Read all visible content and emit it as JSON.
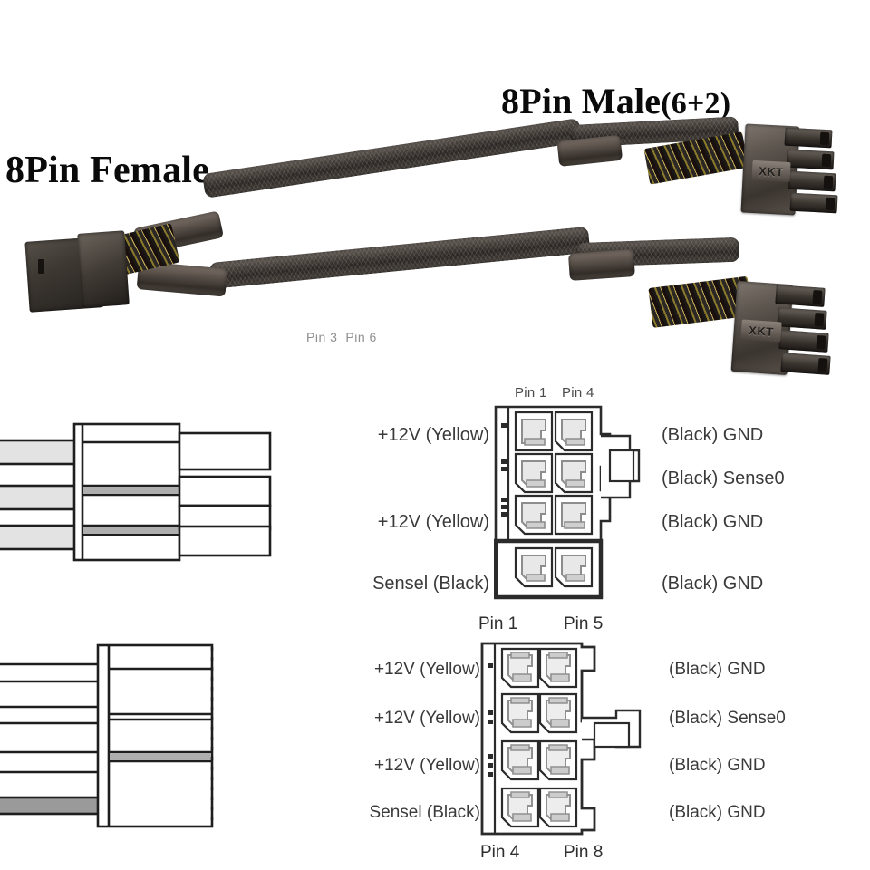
{
  "headings": {
    "female": "8Pin Female",
    "male_main": "8Pin Male",
    "male_sub": "(6+2)"
  },
  "photo": {
    "connector_brand": "XKT",
    "pin_callout_left": "Pin 3",
    "pin_callout_right": "Pin 6"
  },
  "diagram_top": {
    "title_pins": {
      "left": "Pin 1",
      "right": "Pin 4"
    },
    "left_labels": [
      "+12V (Yellow)",
      "",
      "+12V (Yellow)",
      "Sensel (Black)"
    ],
    "right_labels": [
      "(Black)  GND",
      "(Black)  Sense0",
      "(Black)  GND",
      "(Black)  GND"
    ]
  },
  "diagram_bottom": {
    "title_pins_top": {
      "left": "Pin 1",
      "right": "Pin 5"
    },
    "title_pins_bottom": {
      "left": "Pin 4",
      "right": "Pin 8"
    },
    "left_labels": [
      "+12V (Yellow)",
      "+12V (Yellow)",
      "+12V (Yellow)",
      "Sensel (Black)"
    ],
    "right_labels": [
      "(Black) GND",
      "(Black) Sense0",
      "(Black) GND",
      "(Black) GND"
    ]
  },
  "colors": {
    "background": "#ffffff",
    "heading_text": "#0a0a0a",
    "label_text": "#3a3a3a",
    "callout_text": "#8e8e8e",
    "line_art": "#1e1e1e",
    "line_art_fill": "#ffffff",
    "shade_fill": "#b9b9b9",
    "sleeve": "#3a332f",
    "connector_body": "#5d564f",
    "wire_yellow": "#c8b15a",
    "wire_black": "#1b1917"
  }
}
